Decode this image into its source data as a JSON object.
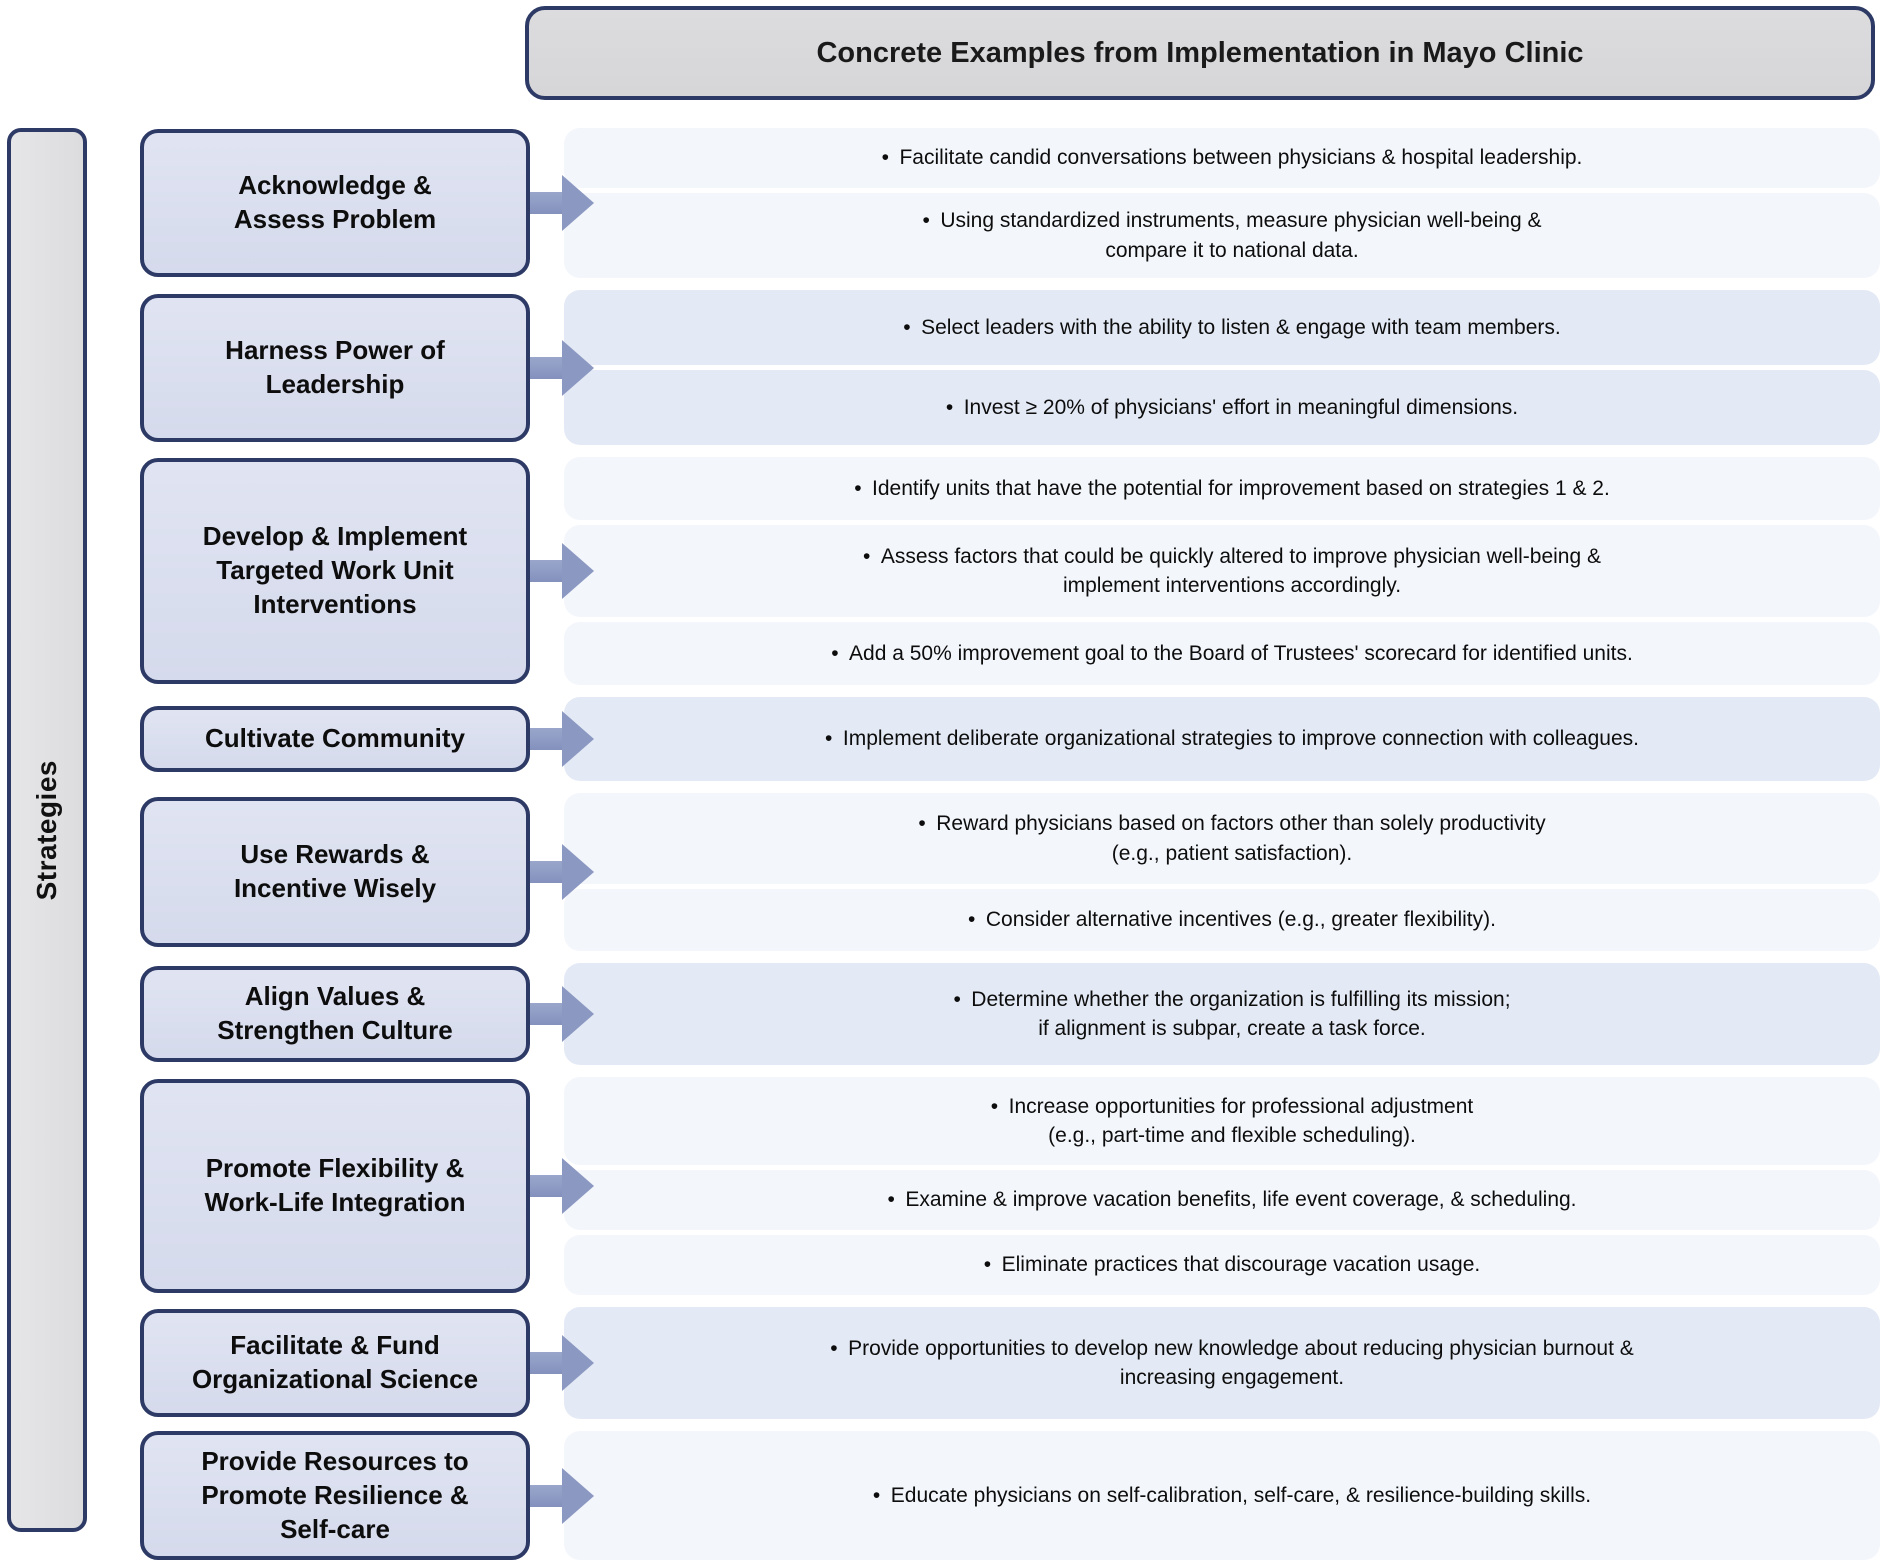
{
  "header": {
    "title": "Concrete Examples from Implementation in Mayo Clinic"
  },
  "sidebar": {
    "label": "Strategies"
  },
  "bullet_char": "•",
  "colors": {
    "border_navy": "#2e3a66",
    "strategy_fill": "#d8dcee",
    "arrow_blue": "#8b98c2",
    "panel_light": "#f3f6fb",
    "panel_dark": "#e4eaf5",
    "header_fill": "#d9d9da",
    "sidebar_fill": "#e0e0e2"
  },
  "rows": [
    {
      "tint": "light",
      "strategy_lines": [
        "Acknowledge &",
        "Assess Problem"
      ],
      "bullets": [
        {
          "lines": [
            "Facilitate candid conversations between physicians & hospital leadership."
          ]
        },
        {
          "lines": [
            "Using standardized instruments, measure physician well-being &",
            "compare it to national data."
          ]
        }
      ]
    },
    {
      "tint": "dark",
      "strategy_lines": [
        "Harness Power of",
        "Leadership"
      ],
      "bullets": [
        {
          "lines": [
            "Select leaders with the ability to listen & engage with team members."
          ]
        },
        {
          "lines": [
            "Invest ≥ 20% of physicians' effort in meaningful dimensions."
          ]
        }
      ]
    },
    {
      "tint": "light",
      "strategy_lines": [
        "Develop & Implement",
        "Targeted Work Unit",
        "Interventions"
      ],
      "bullets": [
        {
          "lines": [
            "Identify units that have the potential for improvement based on strategies 1 & 2."
          ]
        },
        {
          "lines": [
            "Assess factors that could be quickly altered to improve physician well-being &",
            "implement interventions accordingly."
          ]
        },
        {
          "lines": [
            "Add a 50% improvement goal to the Board of Trustees' scorecard for identified units."
          ]
        }
      ]
    },
    {
      "tint": "dark",
      "strategy_lines": [
        "Cultivate Community"
      ],
      "bullets": [
        {
          "lines": [
            "Implement deliberate organizational strategies to improve connection with colleagues."
          ]
        }
      ]
    },
    {
      "tint": "light",
      "strategy_lines": [
        "Use Rewards &",
        "Incentive Wisely"
      ],
      "bullets": [
        {
          "lines": [
            "Reward physicians based on factors other than solely productivity",
            "(e.g., patient satisfaction)."
          ]
        },
        {
          "lines": [
            "Consider alternative incentives (e.g., greater flexibility)."
          ]
        }
      ]
    },
    {
      "tint": "dark",
      "strategy_lines": [
        "Align Values &",
        "Strengthen Culture"
      ],
      "bullets": [
        {
          "lines": [
            "Determine whether the organization is fulfilling its mission;",
            "if alignment is subpar, create a task force."
          ]
        }
      ]
    },
    {
      "tint": "light",
      "strategy_lines": [
        "Promote Flexibility &",
        "Work-Life Integration"
      ],
      "bullets": [
        {
          "lines": [
            "Increase opportunities for professional adjustment",
            "(e.g., part-time and flexible scheduling)."
          ]
        },
        {
          "lines": [
            "Examine & improve vacation benefits, life event coverage, & scheduling."
          ]
        },
        {
          "lines": [
            "Eliminate practices that discourage vacation usage."
          ]
        }
      ]
    },
    {
      "tint": "dark",
      "strategy_lines": [
        "Facilitate & Fund",
        "Organizational Science"
      ],
      "bullets": [
        {
          "lines": [
            "Provide opportunities to develop new knowledge about reducing physician burnout &",
            "increasing engagement."
          ]
        }
      ]
    },
    {
      "tint": "light",
      "strategy_lines": [
        "Provide Resources to",
        "Promote Resilience &",
        "Self-care"
      ],
      "bullets": [
        {
          "lines": [
            "Educate physicians on self-calibration, self-care, & resilience-building skills."
          ]
        }
      ]
    }
  ]
}
